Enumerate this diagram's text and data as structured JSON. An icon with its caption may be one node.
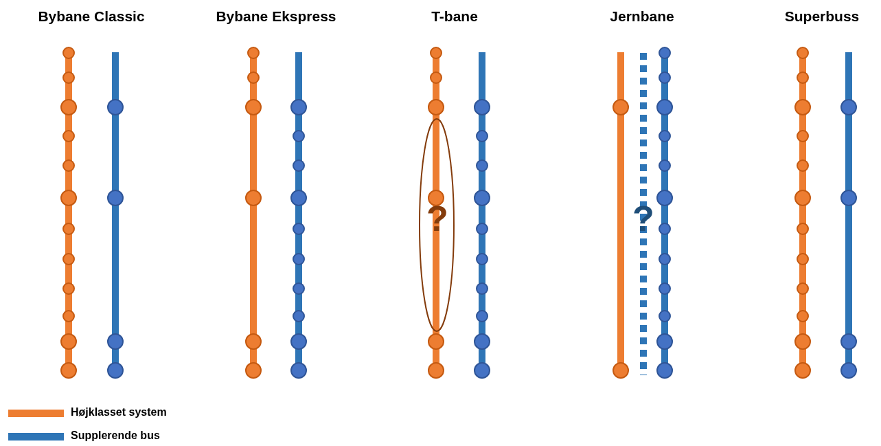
{
  "diagram": {
    "nodes": [
      {
        "text": [
          "?"
        ]
      }
    ],
    "labels": [
      "Bybane Classic",
      "Bybane Ekspress",
      "T-bane",
      "Jernbane",
      "Superbuss",
      "?"
    ],
    "legend": [
      {
        "text": "Højklasset system",
        "color": "#ed7d31"
      },
      {
        "text": "Supplerende bus",
        "color": "#2e75b6"
      }
    ]
  }
}
